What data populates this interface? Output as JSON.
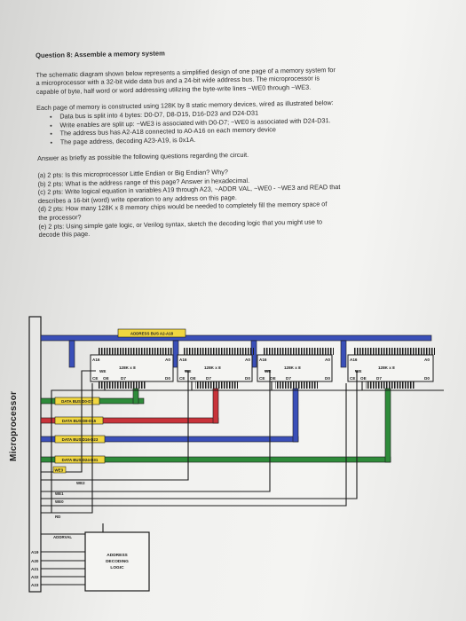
{
  "question": {
    "title": "Question 8: Assemble a memory system",
    "intro": [
      "The schematic diagram shown below represents a simplified design of one page of a memory system for",
      "a microprocessor with a 32-bit wide data bus and a 24-bit wide address bus. The microprocessor is",
      "capable of byte, half word or word addressing utilizing the byte-write lines ~WE0 through ~WE3."
    ],
    "page_desc": "Each page of memory is constructed using 128K by 8 static memory devices, wired as illustrated below:",
    "bullets": [
      "Data bus is split into 4 bytes: D0-D7, D8-D15, D16-D23 and D24-D31",
      "Write enables are split up: ~WE3 is associated with D0-D7; ~WE0 is associated with D24-D31.",
      "The address bus has A2-A18 connected to A0-A16 on each memory device",
      "The page address, decoding A23-A19, is 0x1A."
    ],
    "answer_note": "Answer as briefly as possible the following questions regarding the circuit.",
    "questions": [
      "(a) 2 pts: Is this microprocessor Little Endian or Big Endian? Why?",
      "(b) 2 pts: What is the address range of this page? Answer in hexadecimal.",
      "(c) 2 pts: Write logical equation in variables A19 through A23, ~ADDR VAL, ~WE0 - ~WE3 and READ that",
      "describes a 16-bit (word) write operation to any address on this page.",
      "(d) 2 pts: How many 128K x 8 memory chips would be needed to completely fill the memory space of",
      "the processor?",
      "(e) 2 pts: Using simple gate logic, or Verilog syntax, sketch the decoding logic that you might use to",
      "decode this page."
    ]
  },
  "schematic": {
    "processor_label": "Microprocessor",
    "address_bus_label": "ADDRESS BUS A2-A18",
    "chip_label": "128K x 8",
    "chip_pins": {
      "a16": "A16",
      "a0": "A0",
      "we": "WE",
      "ce": "CE",
      "oe": "OE",
      "d7": "D7",
      "d0": "D0"
    },
    "buses": [
      "DATA BUS D0-D7",
      "DATA BUS D8-D15",
      "DATA BUS D16-D23",
      "DATA BUS D24-D31"
    ],
    "write_lines": [
      "WE3",
      "WE2",
      "WE1",
      "WE0"
    ],
    "rd_label": "RD",
    "addr_val_label": "ADDRVAL",
    "upper_address": [
      "A19",
      "A20",
      "A21",
      "A22",
      "A23"
    ],
    "decoder_label": [
      "ADDRESS",
      "DECODING",
      "LOGIC"
    ],
    "colors": {
      "bus_blue": "#3a4fb8",
      "data_green": "#2e8b3a",
      "data_red": "#c8333a",
      "address_yellow": "#f0d640",
      "outline": "#1a1a1a"
    }
  }
}
